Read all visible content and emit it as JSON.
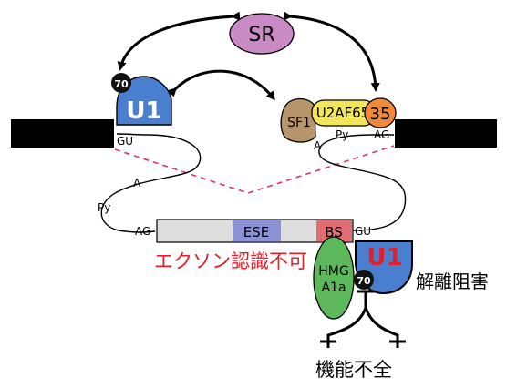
{
  "labels": {
    "sr": "SR",
    "u1_top": "U1",
    "u1_top_badge": "70",
    "sf1": "SF1",
    "u2af65": "U2AF65",
    "u2af35": "35",
    "gu_top": "GU",
    "ag_top": "AG",
    "a_upper": "A",
    "py_upper": "Py",
    "a_left": "A",
    "py_left": "Py",
    "ag_exon": "AG",
    "ese": "ESE",
    "bs": "BS",
    "gu_exon": "GU",
    "exon_recognition_failure": "エクソン認識不可",
    "hmga1a_line1": "HMG",
    "hmga1a_line2": "A1a",
    "u1_bottom": "U1",
    "u1_bottom_badge": "70",
    "splicing_inhibition": "解離阻害",
    "dysfunction": "機能不全"
  },
  "colors": {
    "sr": "#c98ac6",
    "u1_top": "#4a7fcf",
    "u1_bottom": "#4a7fcf",
    "sf1": "#b8946a",
    "u2af65": "#f2e65a",
    "u2af35": "#f08a3a",
    "exon": "#dedede",
    "ese": "#8c92d6",
    "bs": "#e26e74",
    "hmga1a": "#5cb85a",
    "badge": "#111111",
    "red_text": "#e0202a",
    "dashed": "#e0307a"
  }
}
